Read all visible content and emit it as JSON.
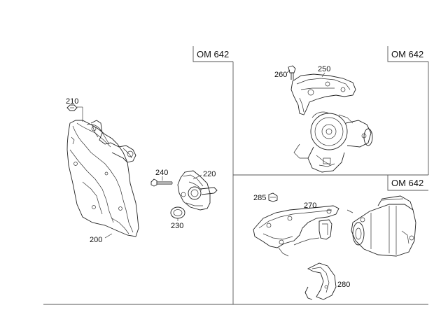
{
  "panels": {
    "left": {
      "engine_label": "OM 642"
    },
    "top_right": {
      "engine_label": "OM 642"
    },
    "bottom_right": {
      "engine_label": "OM 642"
    }
  },
  "parts": {
    "p200": "200",
    "p210": "210",
    "p220": "220",
    "p230": "230",
    "p240": "240",
    "p250": "250",
    "p260": "260",
    "p270": "270",
    "p280": "280",
    "p285": "285"
  }
}
